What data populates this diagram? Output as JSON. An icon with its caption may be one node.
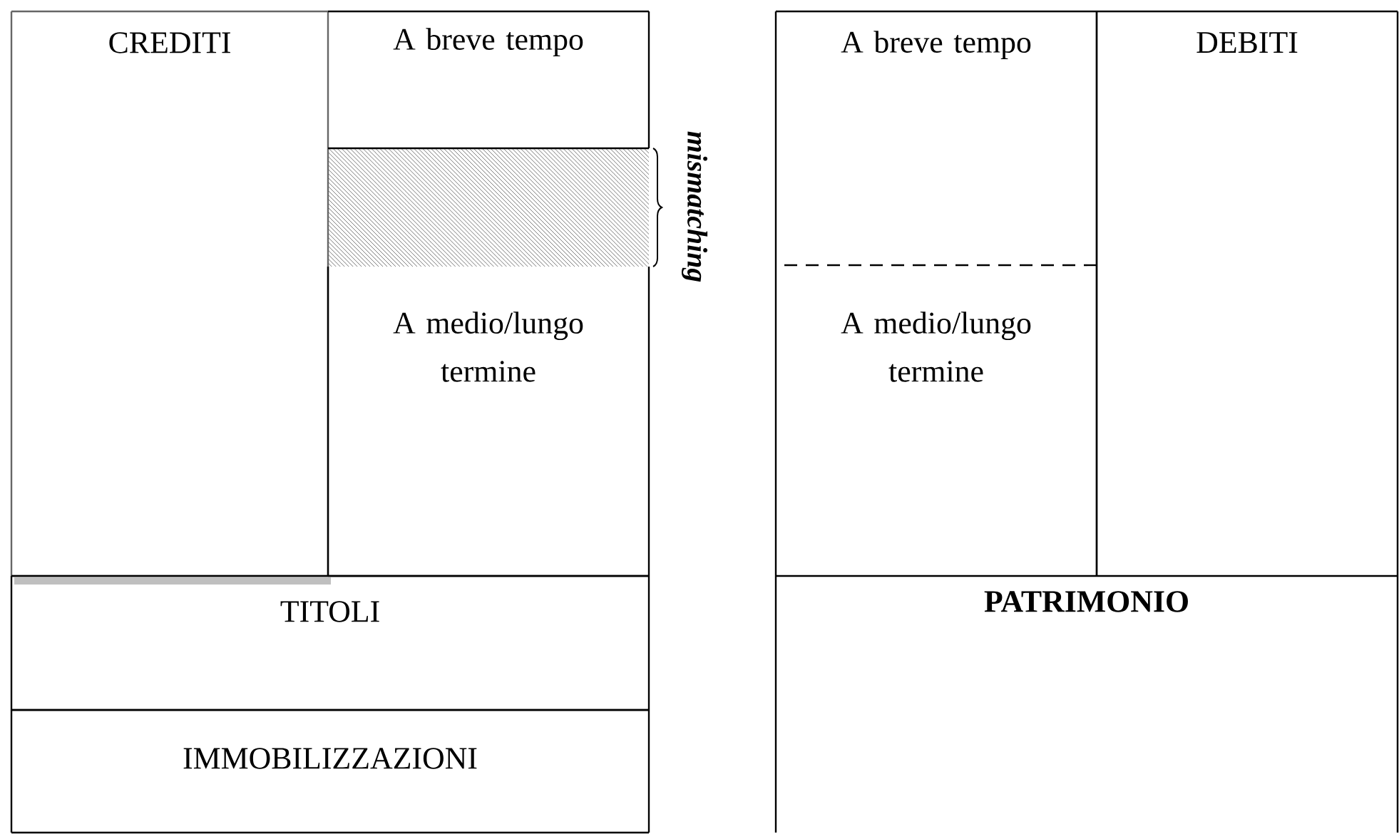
{
  "diagram": {
    "nodes": [
      {
        "text": [
          "CREDITI"
        ]
      },
      {
        "text": [
          "A breve tempo"
        ]
      },
      {
        "text": [
          "A medio/lungo termine"
        ]
      },
      {
        "text": [
          "TITOLI"
        ]
      },
      {
        "text": [
          "IMMOBILIZZAZIONI"
        ]
      },
      {
        "text": [
          "A breve tempo"
        ]
      },
      {
        "text": [
          "A medio/lungo termine"
        ]
      },
      {
        "text": [
          "DEBITI"
        ]
      },
      {
        "text": [
          "PATRIMONIO"
        ]
      }
    ],
    "labels": [
      "mismatching"
    ]
  }
}
